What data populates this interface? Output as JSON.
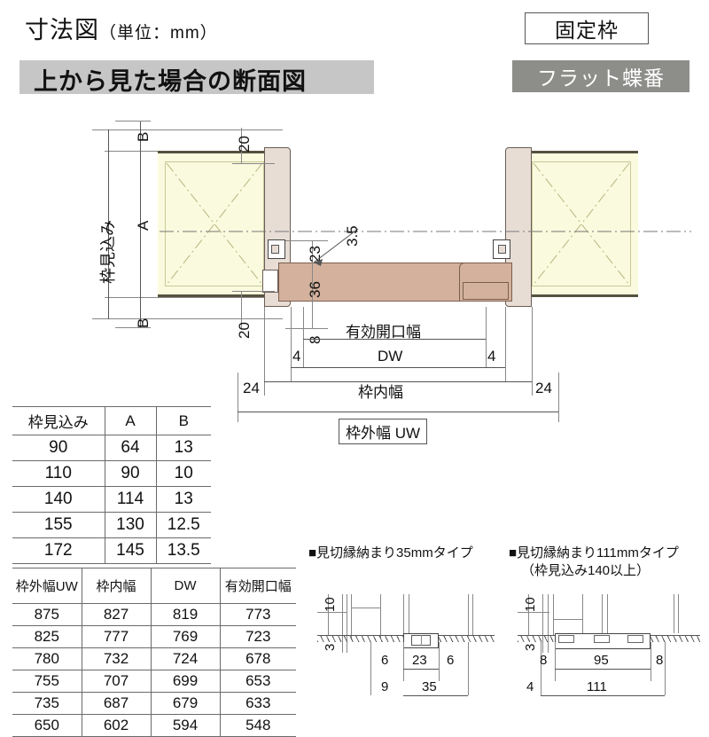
{
  "header": {
    "title": "寸法図",
    "title_unit": "（単位：mm）",
    "subtitle": "上から見た場合の断面図",
    "badge_fixed_frame": "固定枠",
    "badge_flat_hinge": "フラット蝶番"
  },
  "colors": {
    "subtitle_bar": "#c6c6c6",
    "hinge_badge_bg": "#8d8d8a",
    "wall_fill": "#fafade",
    "frame_fill": "#e7ddd5",
    "door_fill": "#d4b19d",
    "line": "#555555"
  },
  "main_drawing": {
    "frame_depth_label": "枠見込み",
    "dim_A": "A",
    "dim_B_top": "B",
    "dim_B_bottom": "B",
    "dim_20_top": "20",
    "dim_20_bottom": "20",
    "dim_3_5": "3.5",
    "dim_23": "23",
    "dim_36": "36",
    "dim_8": "8",
    "dim_24_left": "24",
    "dim_24_right": "24",
    "dim_4_left": "4",
    "dim_4_right": "4",
    "label_effective_opening": "有効開口幅",
    "label_dw": "DW",
    "label_inner_width": "枠内幅",
    "label_outer_width": "枠外幅 UW"
  },
  "table_frame_depth": {
    "headers": [
      "枠見込み",
      "A",
      "B"
    ],
    "rows": [
      [
        "90",
        "64",
        "13"
      ],
      [
        "110",
        "90",
        "10"
      ],
      [
        "140",
        "114",
        "13"
      ],
      [
        "155",
        "130",
        "12.5"
      ],
      [
        "172",
        "145",
        "13.5"
      ]
    ]
  },
  "table_widths": {
    "headers": [
      "枠外幅UW",
      "枠内幅",
      "DW",
      "有効開口幅"
    ],
    "rows": [
      [
        "875",
        "827",
        "819",
        "773"
      ],
      [
        "825",
        "777",
        "769",
        "723"
      ],
      [
        "780",
        "732",
        "724",
        "678"
      ],
      [
        "755",
        "707",
        "699",
        "653"
      ],
      [
        "735",
        "687",
        "679",
        "633"
      ],
      [
        "650",
        "602",
        "594",
        "548"
      ]
    ]
  },
  "detail_35": {
    "title": "■見切縁納まり35mmタイプ",
    "dim_10": "10",
    "dim_3": "3",
    "dim_6_left": "6",
    "dim_23": "23",
    "dim_6_right": "6",
    "dim_9": "9",
    "dim_35": "35"
  },
  "detail_111": {
    "title": "■見切縁納まり111mmタイプ",
    "subtitle": "（枠見込み140以上）",
    "dim_10": "10",
    "dim_3": "3",
    "dim_8_left": "8",
    "dim_95": "95",
    "dim_8_right": "8",
    "dim_4": "4",
    "dim_111": "111"
  }
}
